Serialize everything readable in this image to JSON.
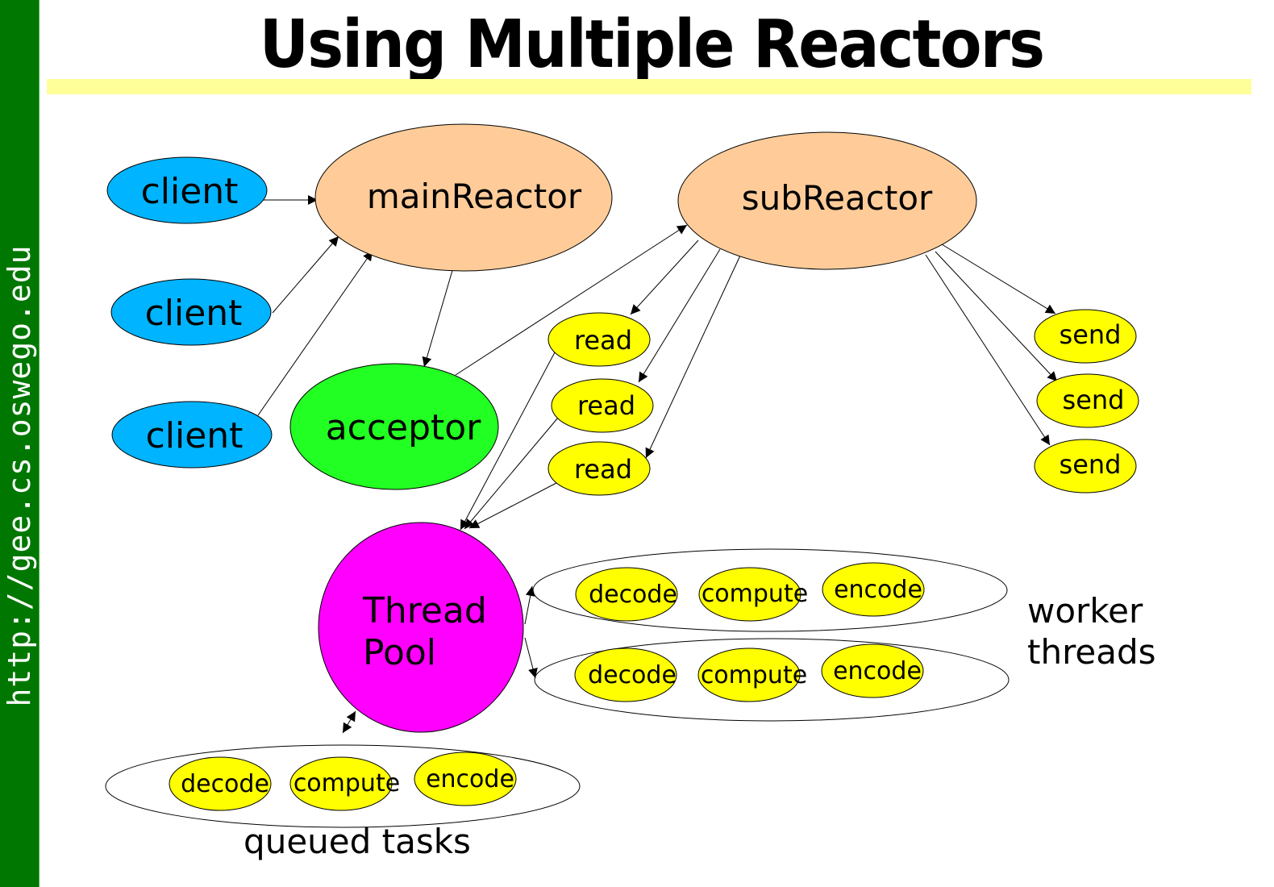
{
  "sidebar": {
    "url": "http://gee.cs.oswego.edu"
  },
  "title": "Using Multiple Reactors",
  "colors": {
    "client": "#00b4ff",
    "reactor": "#ffcc99",
    "acceptor": "#22ff22",
    "task": "#ffff00",
    "thread_pool": "#ff00ff",
    "sidebar": "#007700",
    "title_underline": "#ffff99"
  },
  "nodes": {
    "clients": [
      "client",
      "client",
      "client"
    ],
    "main_reactor": "mainReactor",
    "sub_reactor": "subReactor",
    "acceptor": "acceptor",
    "reads": [
      "read",
      "read",
      "read"
    ],
    "sends": [
      "send",
      "send",
      "send"
    ],
    "thread_pool": [
      "Thread",
      "Pool"
    ],
    "worker_groups": [
      [
        "decode",
        "compute",
        "encode"
      ],
      [
        "decode",
        "compute",
        "encode"
      ]
    ],
    "queued_group": [
      "decode",
      "compute",
      "encode"
    ]
  },
  "labels": {
    "worker_threads": [
      "worker",
      "threads"
    ],
    "queued_tasks": "queued tasks"
  }
}
